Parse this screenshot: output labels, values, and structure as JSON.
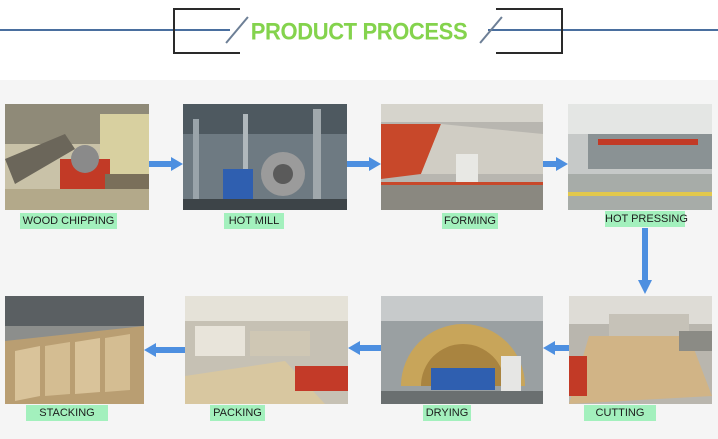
{
  "title": "PRODUCT PROCESS",
  "colors": {
    "title": "#84d34d",
    "label_bg": "#a3f0bd",
    "arrow": "#4d8fe0",
    "frame": "#2a2a2a"
  },
  "steps": [
    {
      "label": "WOOD CHIPPING"
    },
    {
      "label": "HOT MILL"
    },
    {
      "label": "FORMING"
    },
    {
      "label": "HOT PRESSING"
    },
    {
      "label": "CUTTING"
    },
    {
      "label": "DRYING"
    },
    {
      "label": "PACKING"
    },
    {
      "label": "STACKING"
    }
  ]
}
